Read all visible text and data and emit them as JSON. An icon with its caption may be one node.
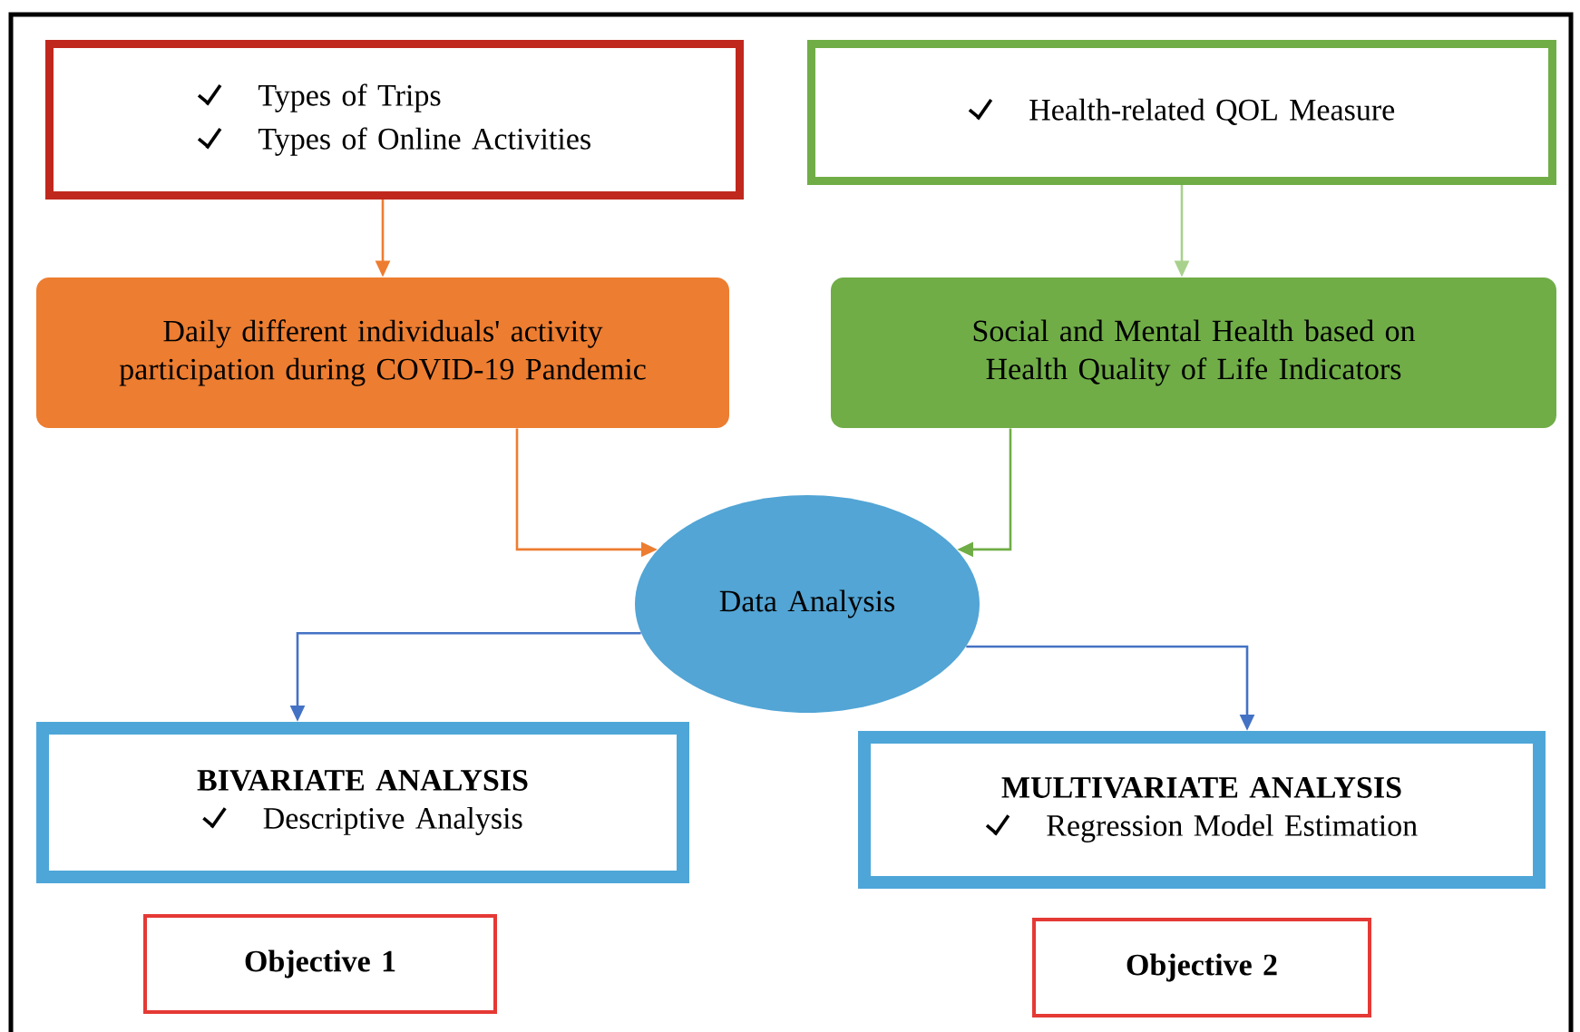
{
  "diagram": {
    "nodes": [
      {
        "text": [
          "Types of Trips",
          "Types of Online Activities"
        ]
      },
      {
        "text": [
          "Health-related QOL Measure"
        ]
      },
      {
        "text": [
          "Daily different individuals' activity participation during COVID-19 Pandemic"
        ]
      },
      {
        "text": [
          "Social and Mental Health based on Health Quality of Life Indicators"
        ]
      },
      {
        "text": [
          "Data Analysis"
        ]
      },
      {
        "text": [
          "BIVARIATE ANALYSIS",
          "Descriptive Analysis"
        ]
      },
      {
        "text": [
          "MULTIVARIATE ANALYSIS",
          "Regression Model Estimation"
        ]
      },
      {
        "text": [
          "Objective 1"
        ]
      },
      {
        "text": [
          "Objective 2"
        ]
      }
    ],
    "edges": [
      {
        "from": 0,
        "to": 2,
        "arrow": "to",
        "color": "#ed7d31"
      },
      {
        "from": 1,
        "to": 3,
        "arrow": "to",
        "color": "#a9d18e"
      },
      {
        "from": 2,
        "to": 4,
        "arrow": "to",
        "color": "#ed7d31"
      },
      {
        "from": 3,
        "to": 4,
        "arrow": "to",
        "color": "#70ad47"
      },
      {
        "from": 4,
        "to": 5,
        "arrow": "to",
        "color": "#4472c4"
      },
      {
        "from": 4,
        "to": 6,
        "arrow": "to",
        "color": "#4472c4"
      }
    ]
  }
}
